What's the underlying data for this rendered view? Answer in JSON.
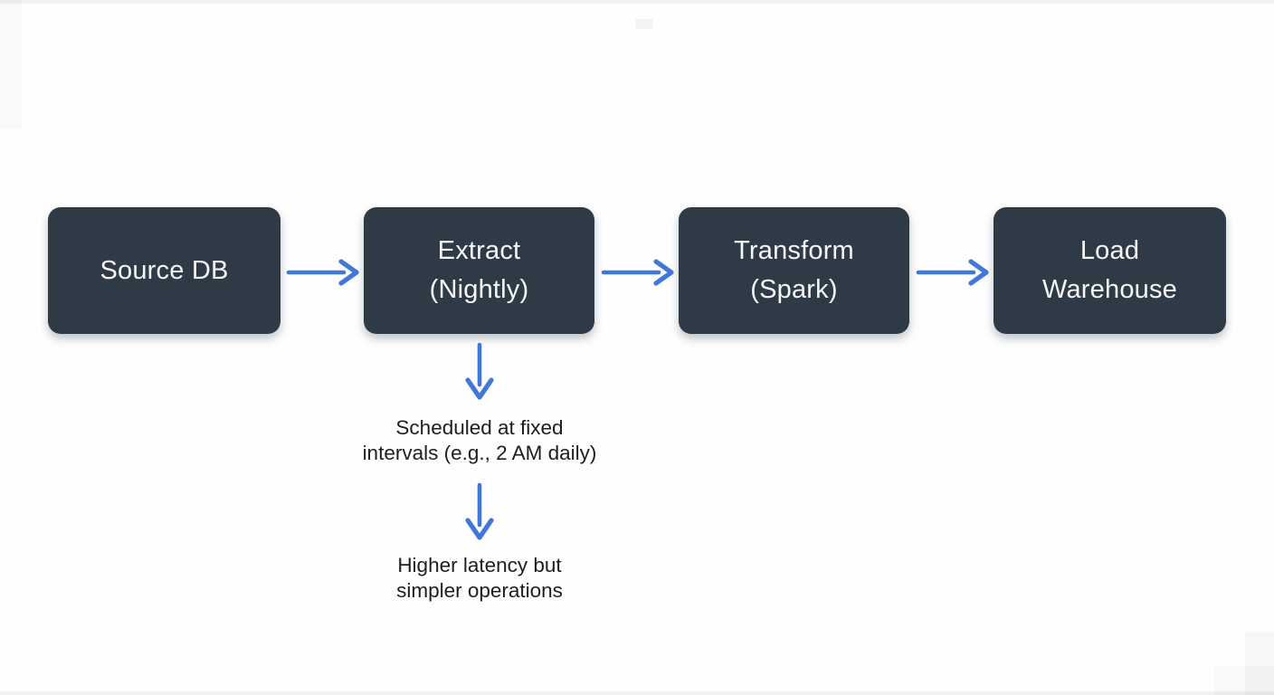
{
  "nodes": [
    {
      "id": "source-db",
      "label": "Source DB"
    },
    {
      "id": "extract",
      "label": "Extract\n(Nightly)"
    },
    {
      "id": "transform",
      "label": "Transform\n(Spark)"
    },
    {
      "id": "load-warehouse",
      "label": "Load\nWarehouse"
    }
  ],
  "annotations": [
    {
      "text": "Scheduled at fixed\nintervals (e.g., 2 AM daily)"
    },
    {
      "text": "Higher latency but\nsimpler operations"
    }
  ],
  "colors": {
    "background": "#fefefe",
    "node_bg": "#2f3a47",
    "node_text": "#f4f6f8",
    "arrow": "#3f78d8",
    "annotation_text": "#1e1e1e"
  }
}
